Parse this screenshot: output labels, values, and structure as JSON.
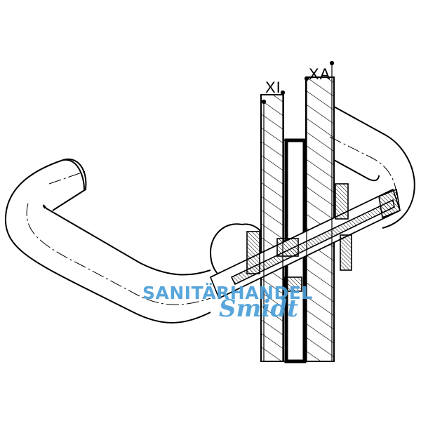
{
  "drawing": {
    "subject": "door-handle-cross-section",
    "labels": {
      "xi": "XI",
      "xa": "XA"
    }
  },
  "watermark": {
    "main": "SANITÄRHANDEL",
    "script": "Smidt",
    "color": "#4a9fd8"
  },
  "colors": {
    "line": "#000000",
    "background": "#ffffff"
  }
}
